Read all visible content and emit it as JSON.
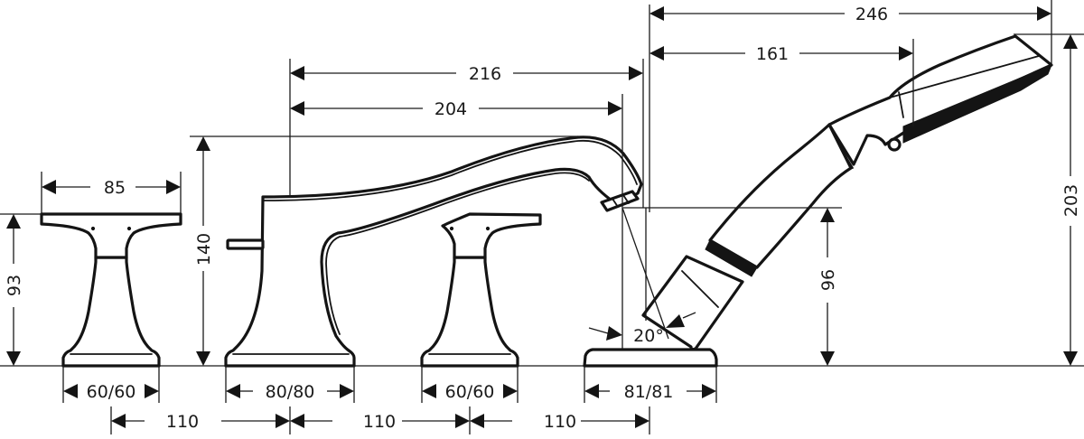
{
  "drawing": {
    "title": "Bath mixer 4-hole rim mounted with hand shower - dimension drawing",
    "units": "mm",
    "line_color": "#141414",
    "background": "#ffffff"
  },
  "dimensions": {
    "handle_left_width": "85",
    "handle_left_height": "93",
    "handle_left_base": "60/60",
    "spout_height": "140",
    "spout_base": "80/80",
    "spout_reach_outer": "216",
    "spout_reach_inner": "204",
    "handle_right_base": "60/60",
    "shower_base": "81/81",
    "shower_reach_total": "246",
    "shower_reach_head": "161",
    "shower_height": "203",
    "spout_outlet_height": "96",
    "shower_angle": "20°",
    "spacing_1": "110",
    "spacing_2": "110",
    "spacing_3": "110"
  }
}
